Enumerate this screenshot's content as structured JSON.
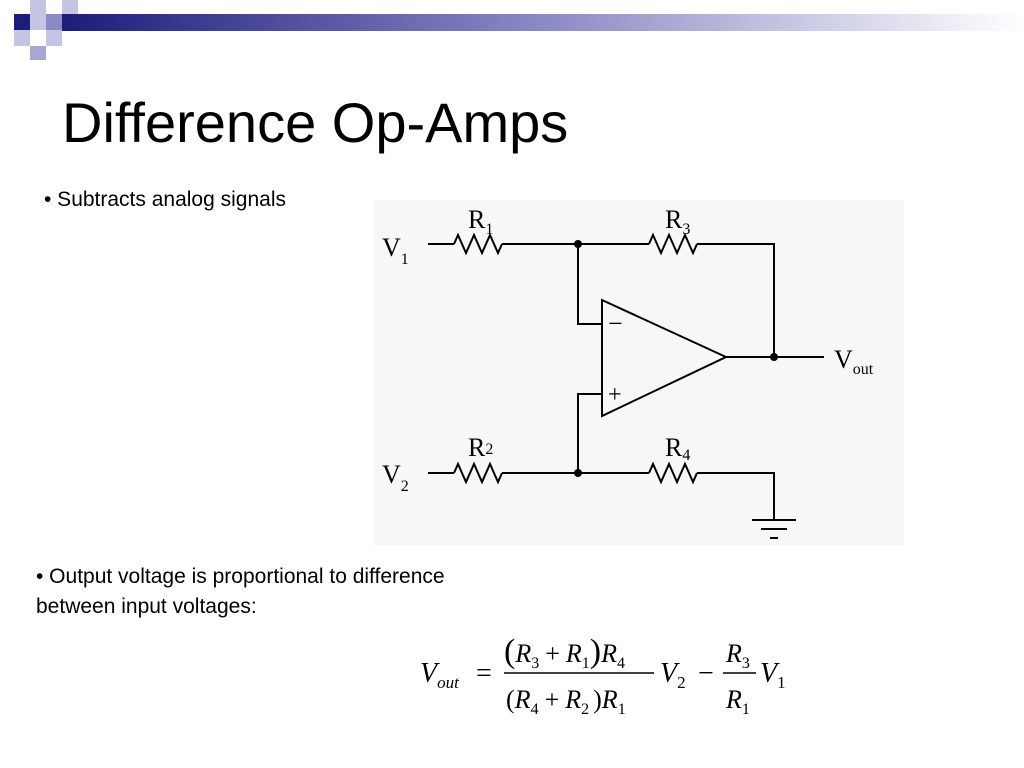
{
  "colors": {
    "accent_navy": "#1d1d7a",
    "accent_light": "#a8a8d6",
    "circuit_bg": "#f5f5f5"
  },
  "slide": {
    "title": "Difference Op-Amps",
    "bullet1": "• Subtracts analog signals",
    "bullet2": "• Output voltage is proportional to difference between input voltages:"
  },
  "circuit": {
    "labels": {
      "v1": "V",
      "v1_sub": "1",
      "v2": "V",
      "v2_sub": "2",
      "r1": "R",
      "r1_sub": "1",
      "r2": "R",
      "r2_sub": "2",
      "r3": "R",
      "r3_sub": "3",
      "r4": "R",
      "r4_sub": "4",
      "vout": "V",
      "vout_sub": "out",
      "minus": "−",
      "plus": "+"
    }
  },
  "formula": {
    "lhs_var": "V",
    "lhs_sub": "out",
    "equals": "=",
    "num_open": "(",
    "num_r3": "R",
    "num_r3_sub": "3",
    "num_plus": "+",
    "num_r1": "R",
    "num_r1_sub": "1",
    "num_close": ")",
    "num_r4": "R",
    "num_r4_sub": "4",
    "den_open": "(",
    "den_r4": "R",
    "den_r4_sub": "4",
    "den_plus": "+",
    "den_r2": "R",
    "den_r2_sub": "2",
    "den_close": ")",
    "den_r1": "R",
    "den_r1_sub": "1",
    "v2": "V",
    "v2_sub": "2",
    "minus": "−",
    "frac2_num": "R",
    "frac2_num_sub": "3",
    "frac2_den": "R",
    "frac2_den_sub": "1",
    "v1": "V",
    "v1_sub": "1"
  }
}
